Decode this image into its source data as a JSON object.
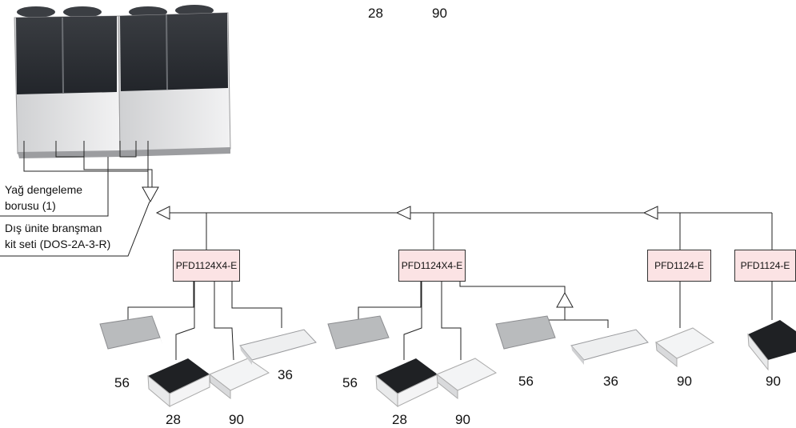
{
  "labels": {
    "oil_pipe_line1": "Yağ dengeleme",
    "oil_pipe_line2": "borusu (1)",
    "branch_kit_line1": "Dış ünite branşman",
    "branch_kit_line2": "kit seti (DOS-2A-3-R)"
  },
  "controllers": [
    "PFD1124X4-E",
    "PFD1124X4-E",
    "PFD1124-E",
    "PFD1124-E"
  ],
  "capacities": {
    "top_1": "28",
    "top_2": "90",
    "g1_a": "56",
    "g1_b": "28",
    "g1_c": "90",
    "g1_d": "36",
    "g2_a": "56",
    "g2_b": "28",
    "g2_c": "90",
    "g2_d": "56",
    "g2_e": "36",
    "g3": "90",
    "g4": "90"
  },
  "icons": [
    "outdoor-unit-icon",
    "ceiling-duct-unit-icon",
    "cassette-unit-icon",
    "ceiling-suspended-unit-icon",
    "branch-joint-icon"
  ],
  "colors": {
    "controller_fill": "#fbe3e4",
    "line": "#222222"
  }
}
